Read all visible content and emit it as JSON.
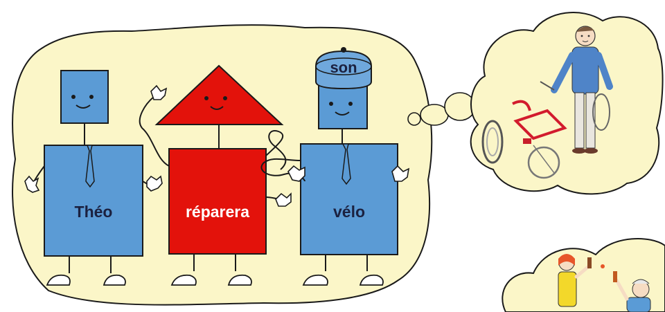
{
  "characters": {
    "subject": {
      "word": "Théo",
      "shape": "square-head",
      "color": "#5b9bd5"
    },
    "verb": {
      "word": "réparera",
      "shape": "triangle-head",
      "color": "#e3120b"
    },
    "object": {
      "word": "vélo",
      "shape": "square-head",
      "color": "#5b9bd5"
    },
    "determiner": {
      "word": "son",
      "shape": "hat",
      "color": "#6fa8dc"
    }
  },
  "colors": {
    "bubble": "#fbf6c8",
    "blue": "#5b9bd5",
    "red": "#e3120b",
    "outline": "#1a1a1a",
    "word_dark": "#1b2140",
    "word_light": "#ffffff"
  },
  "illustrations": {
    "thought_1": "boy-repairing-bicycle",
    "thought_2": "children-with-tools"
  }
}
